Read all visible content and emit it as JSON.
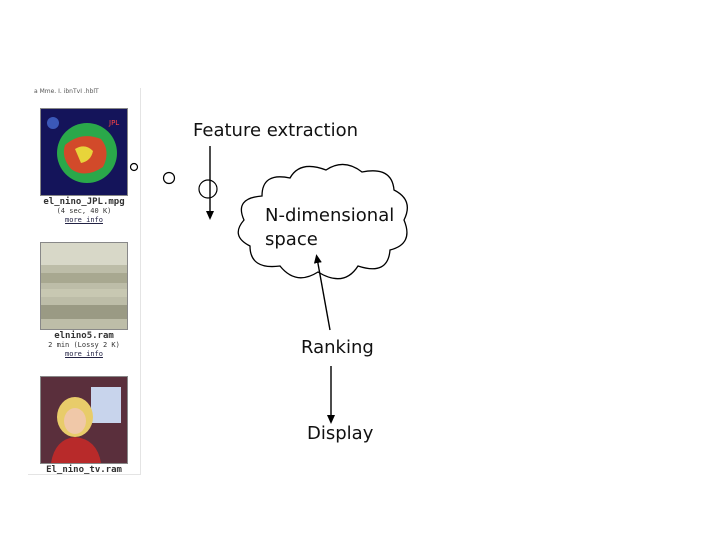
{
  "diagram": {
    "feature_extraction": "Feature extraction",
    "cloud_label_line1": "N-dimensional",
    "cloud_label_line2": "space",
    "ranking": "Ranking",
    "display": "Display"
  },
  "results": {
    "header": "a  Mme. I.  ibnTvI .hblT",
    "items": [
      {
        "name": "el_nino_JPL.mpg",
        "meta": "(4 sec, 40 K)",
        "link": "more info"
      },
      {
        "name": "elnino5.ram",
        "meta": "2 min (Lossy 2 K)",
        "link": "more info"
      },
      {
        "name": "El_nino_tv.ram",
        "meta": "",
        "link": ""
      }
    ]
  },
  "colors": {
    "stroke": "#000000",
    "thumb1_bg": "#1a1a6e",
    "thumb2_bg": "#b9b9a6",
    "thumb3_bg": "#6a3a4a"
  }
}
